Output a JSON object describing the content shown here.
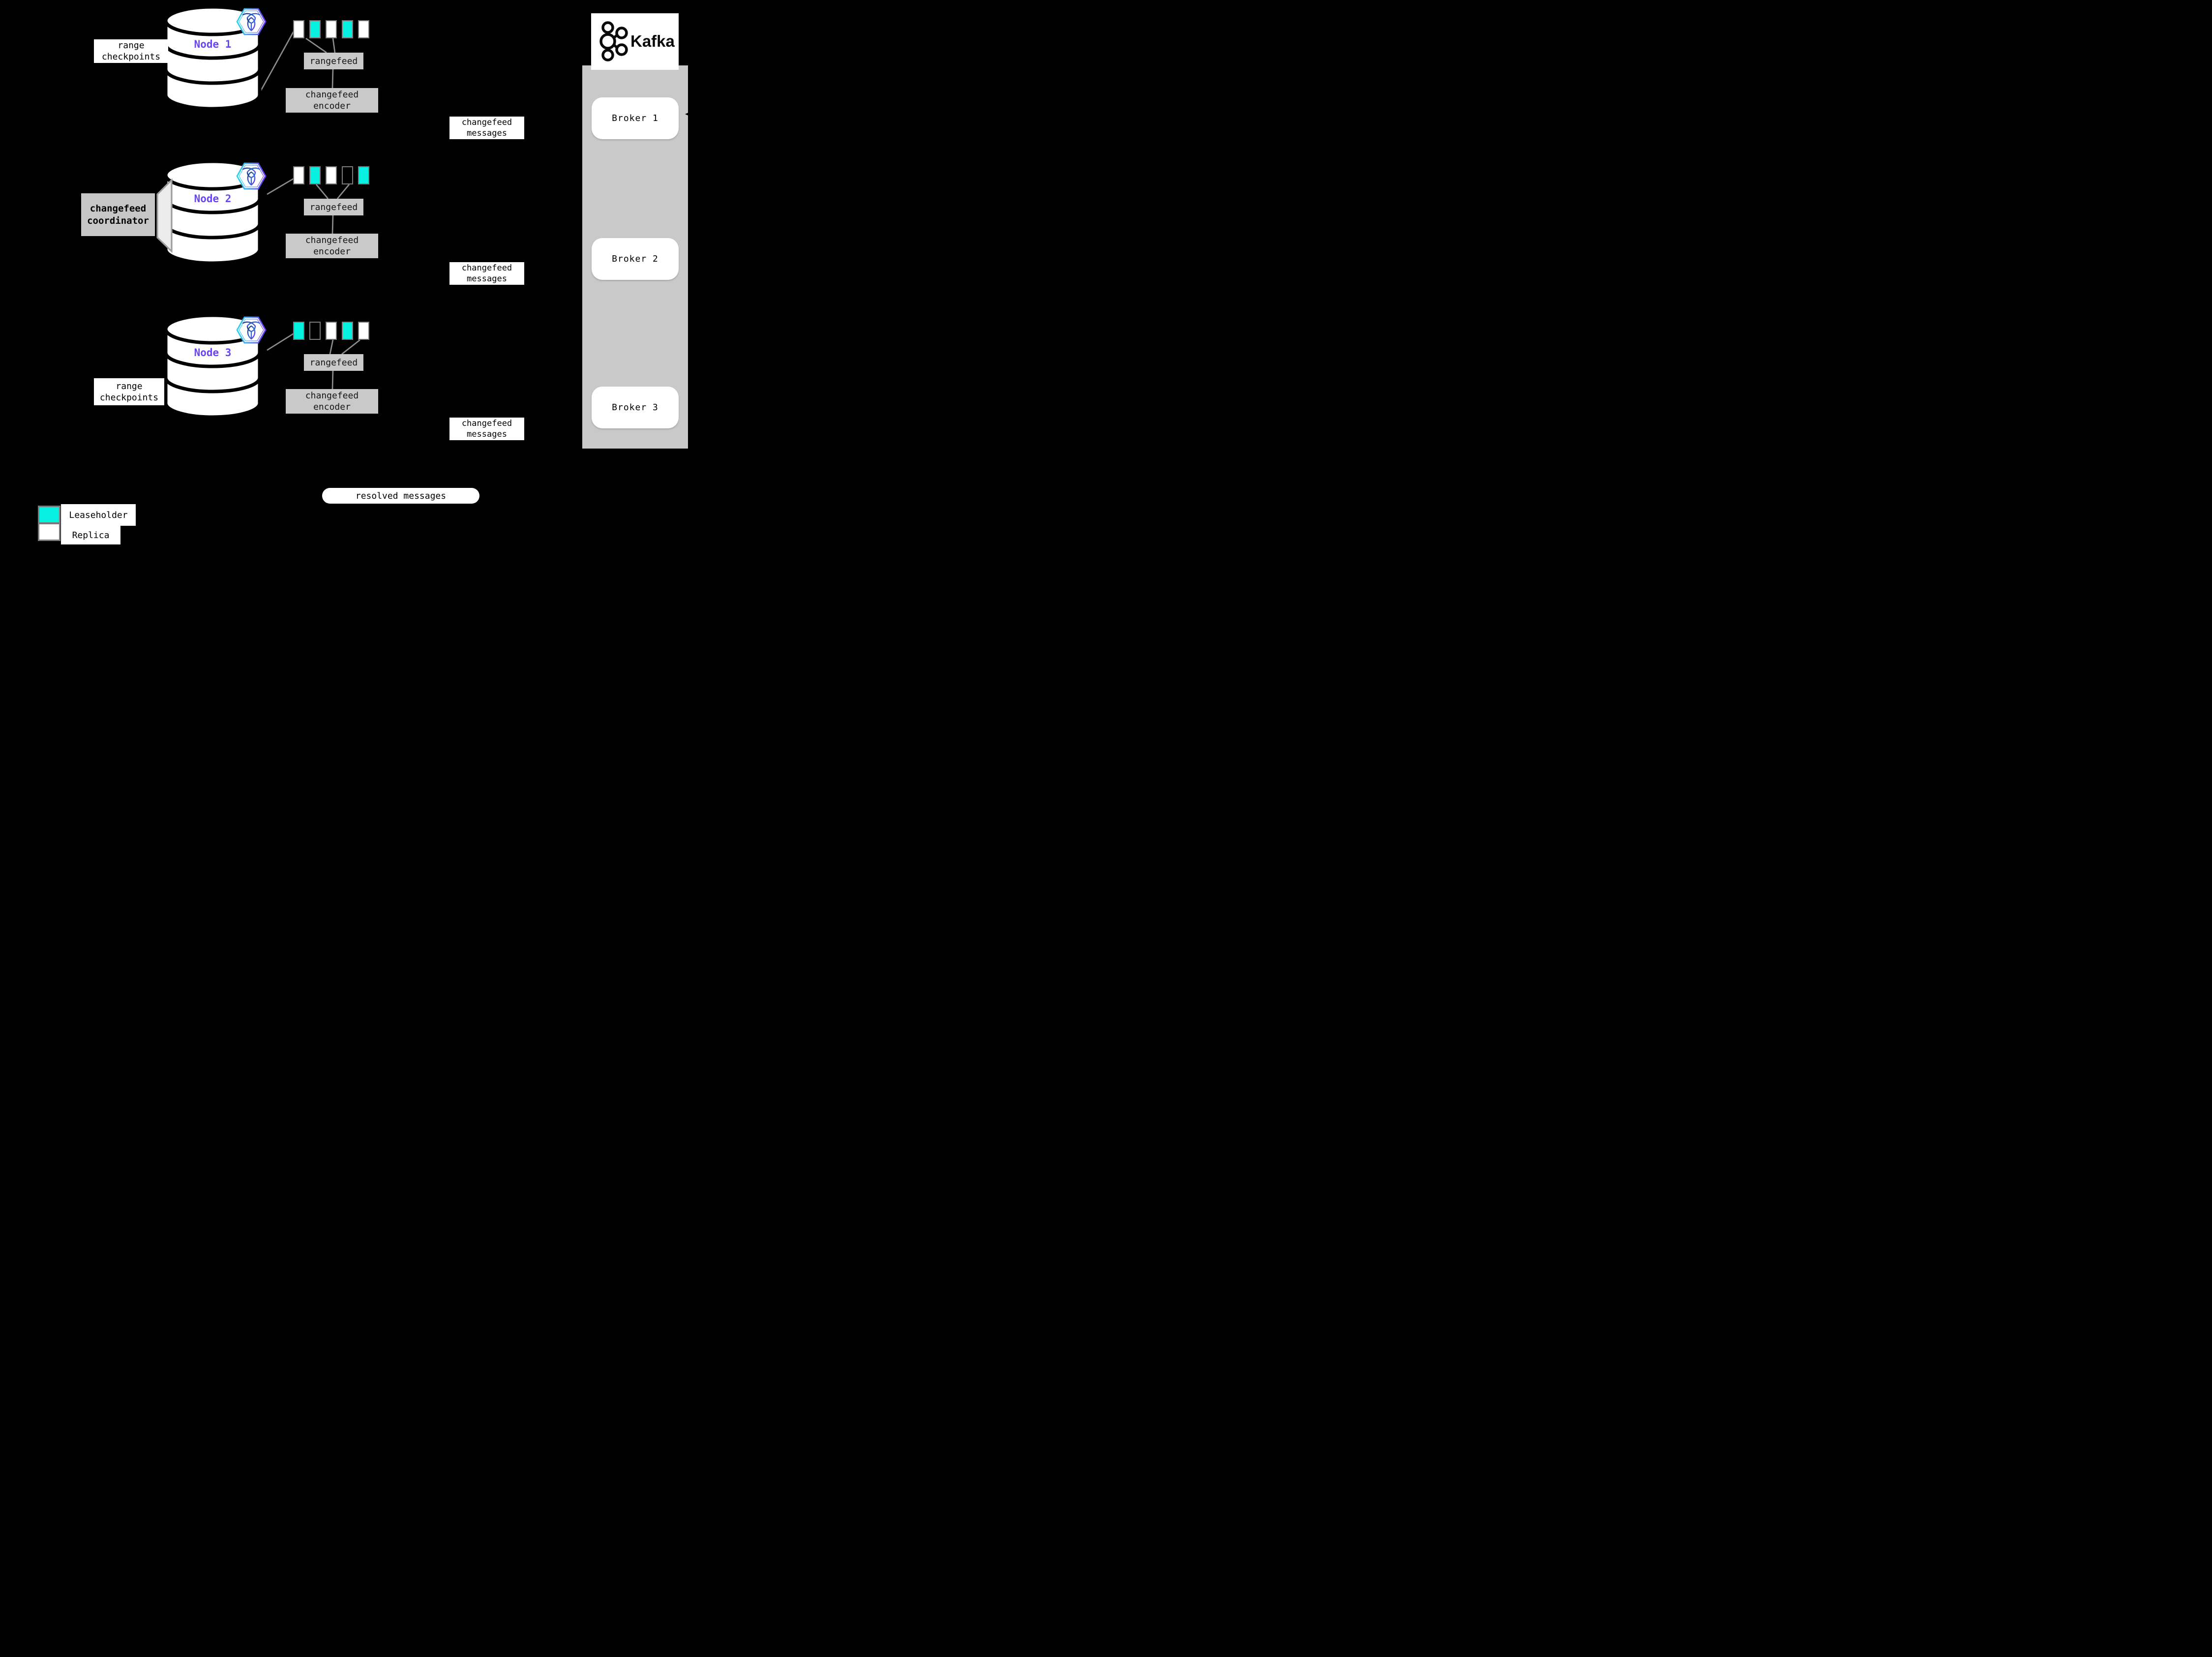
{
  "colors": {
    "background": "#000000",
    "leaseholder": "#06f1e2",
    "replica": "#ffffff",
    "box_gray": "#c9c9c9",
    "container_gray": "#c9c9c9",
    "line_gray": "#8c8c8c",
    "swatch_border": "#7a7a7a",
    "node_label": "#6a46ee",
    "hex_gradient_start": "#2bd8ee",
    "hex_gradient_end": "#6a35f0"
  },
  "nodes": [
    {
      "label": "Node 1",
      "ranges": [
        "replica",
        "leaseholder",
        "replica",
        "leaseholder",
        "replica"
      ],
      "rangefeed_label": "rangefeed",
      "encoder_lines": [
        "changefeed",
        "encoder"
      ],
      "message_lines": [
        "changefeed",
        "messages"
      ]
    },
    {
      "label": "Node 2",
      "ranges": [
        "replica",
        "leaseholder",
        "replica",
        "empty",
        "leaseholder"
      ],
      "rangefeed_label": "rangefeed",
      "encoder_lines": [
        "changefeed",
        "encoder"
      ],
      "message_lines": [
        "changefeed",
        "messages"
      ]
    },
    {
      "label": "Node 3",
      "ranges": [
        "leaseholder",
        "empty",
        "replica",
        "leaseholder",
        "replica"
      ],
      "rangefeed_label": "rangefeed",
      "encoder_lines": [
        "changefeed",
        "encoder"
      ],
      "message_lines": [
        "changefeed",
        "messages"
      ]
    }
  ],
  "annotations": {
    "range_checkpoints_top_lines": [
      "range",
      "checkpoints"
    ],
    "range_checkpoints_bottom_lines": [
      "range",
      "checkpoints"
    ],
    "coordinator_lines": [
      "changefeed",
      "coordinator"
    ],
    "resolved_label": "resolved messages"
  },
  "kafka": {
    "logo_text": "Kafka",
    "brokers": [
      {
        "label": "Broker 1"
      },
      {
        "label": "Broker 2"
      },
      {
        "label": "Broker 3"
      }
    ]
  },
  "legend": [
    {
      "type": "leaseholder",
      "label": "Leaseholder"
    },
    {
      "type": "replica",
      "label": "Replica"
    }
  ],
  "icons": {
    "node_badge": "cockroachdb-logo",
    "broker_logo": "kafka-logo"
  }
}
